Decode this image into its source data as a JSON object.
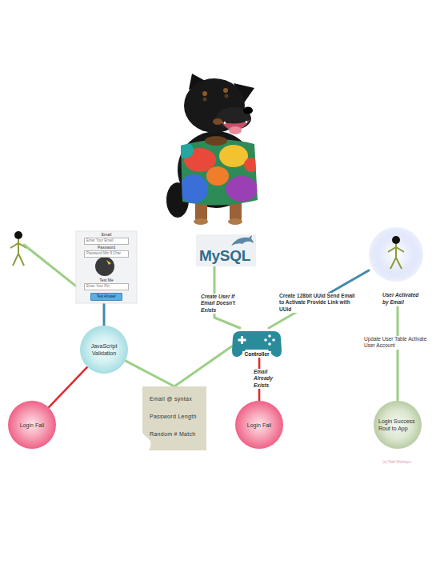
{
  "diagram": {
    "nodes": [
      {
        "text": [
          "Email",
          "Enter Your Email",
          "Password",
          "Password Min 8 Char",
          "Test Me",
          "Enter Your Pin",
          "Test Answer"
        ]
      },
      {
        "text": [
          "MySQL"
        ]
      },
      {
        "text": [
          "User Activated by Email"
        ]
      },
      {
        "text": [
          "JavaScript Validation"
        ]
      },
      {
        "text": [
          "Controller"
        ]
      },
      {
        "text": [
          "Email @ syntax",
          "Password Length",
          "Random # Match"
        ]
      },
      {
        "text": [
          "Login Fail"
        ]
      },
      {
        "text": [
          "Login Fail"
        ]
      },
      {
        "text": [
          "Login Success Rout to App"
        ]
      }
    ],
    "edges": [
      {
        "from": 0,
        "to": 3,
        "arrow": "none"
      },
      {
        "from": 3,
        "to": 6,
        "arrow": "none"
      },
      {
        "from": 3,
        "to": 5,
        "arrow": "none"
      },
      {
        "from": 5,
        "to": 4,
        "arrow": "none"
      },
      {
        "from": 1,
        "to": 4,
        "label": "Create User If Email Doesn't Exists",
        "arrow": "none"
      },
      {
        "from": 4,
        "to": 2,
        "label": "Create 128bit UUid Send Email to Activate Provide Link with UUid",
        "arrow": "none"
      },
      {
        "from": 4,
        "to": 7,
        "label": "Email Already Exists",
        "arrow": "none"
      },
      {
        "from": 2,
        "to": 8,
        "label": "Update User Table Activate User Account",
        "arrow": "none"
      }
    ],
    "labels": [
      "(c) Rafi Mishayu"
    ]
  }
}
